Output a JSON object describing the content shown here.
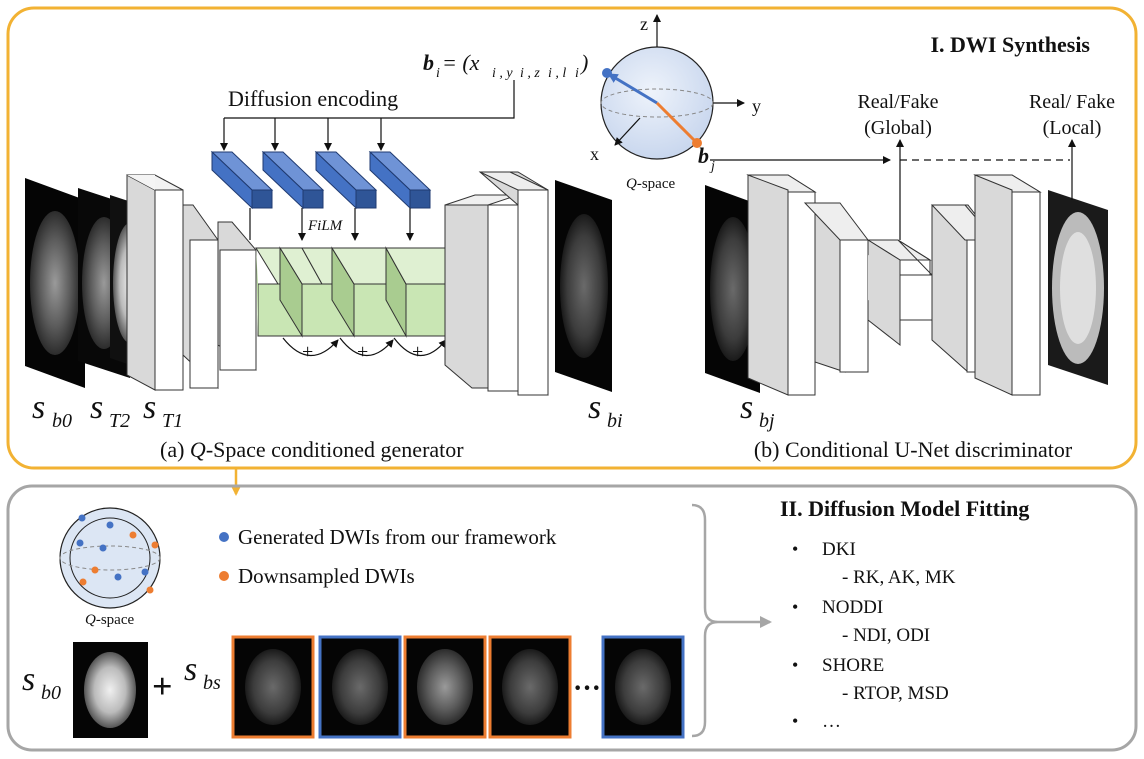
{
  "section1": {
    "title": "I. DWI Synthesis",
    "encoding_label": "Diffusion encoding",
    "bvec_lhs": "b",
    "bvec_sub": "i",
    "bvec_rhs": " = (x",
    "bvec_tuple": "i , y",
    "bvec_tuple2": "i , z",
    "bvec_tuple3": "i , l",
    "bvec_tuple4": "i",
    "bvec_close": ")",
    "film_label": "FiLM",
    "plus_label": "+",
    "sphere": {
      "axis_z": "z",
      "axis_y": "y",
      "axis_x": "x",
      "label_q": "Q",
      "label_space": "-space",
      "bj_main": "b",
      "bj_sub": "j"
    },
    "disc_global_1": "Real/Fake",
    "disc_global_2": "(Global)",
    "disc_local_1": "Real/ Fake",
    "disc_local_2": "(Local)",
    "input_labels": [
      {
        "main": "s",
        "sub": "b0"
      },
      {
        "main": "s",
        "sub": "T2"
      },
      {
        "main": "s",
        "sub": "T1"
      }
    ],
    "output_label": {
      "main": "s",
      "sub": "bi"
    },
    "disc_input_label": {
      "main": "s",
      "sub": "bj"
    },
    "caption_a_pre": "(a) ",
    "caption_a_q": "Q",
    "caption_a_post": "-Space conditioned generator",
    "caption_b": "(b) Conditional U-Net discriminator"
  },
  "section2": {
    "title": "II. Diffusion Model Fitting",
    "legend_generated": "Generated DWIs from our framework",
    "legend_downsampled": "Downsampled DWIs",
    "qspace_q": "Q",
    "qspace_rest": "-space",
    "b0_label": {
      "main": "s",
      "sub": "b0"
    },
    "plus": "+",
    "bs_label": {
      "main": "s",
      "sub": "bs"
    },
    "ellipsis": "···",
    "models": [
      {
        "bullet": "•",
        "name": "DKI",
        "metrics": "- RK, AK, MK"
      },
      {
        "bullet": "•",
        "name": "NODDI",
        "metrics": "- NDI, ODI"
      },
      {
        "bullet": "•",
        "name": "SHORE",
        "metrics": "- RTOP, MSD"
      },
      {
        "bullet": "•",
        "name": "…",
        "metrics": ""
      }
    ]
  },
  "colors": {
    "top_border": "#F2B233",
    "bottom_border": "#A6A6A6",
    "generated_dot": "#4472C4",
    "downsampled_dot": "#ED7D31",
    "encoder_block": "#4472C4",
    "resblock": "#C9E6B4",
    "sphere": "#DCE6F4"
  }
}
